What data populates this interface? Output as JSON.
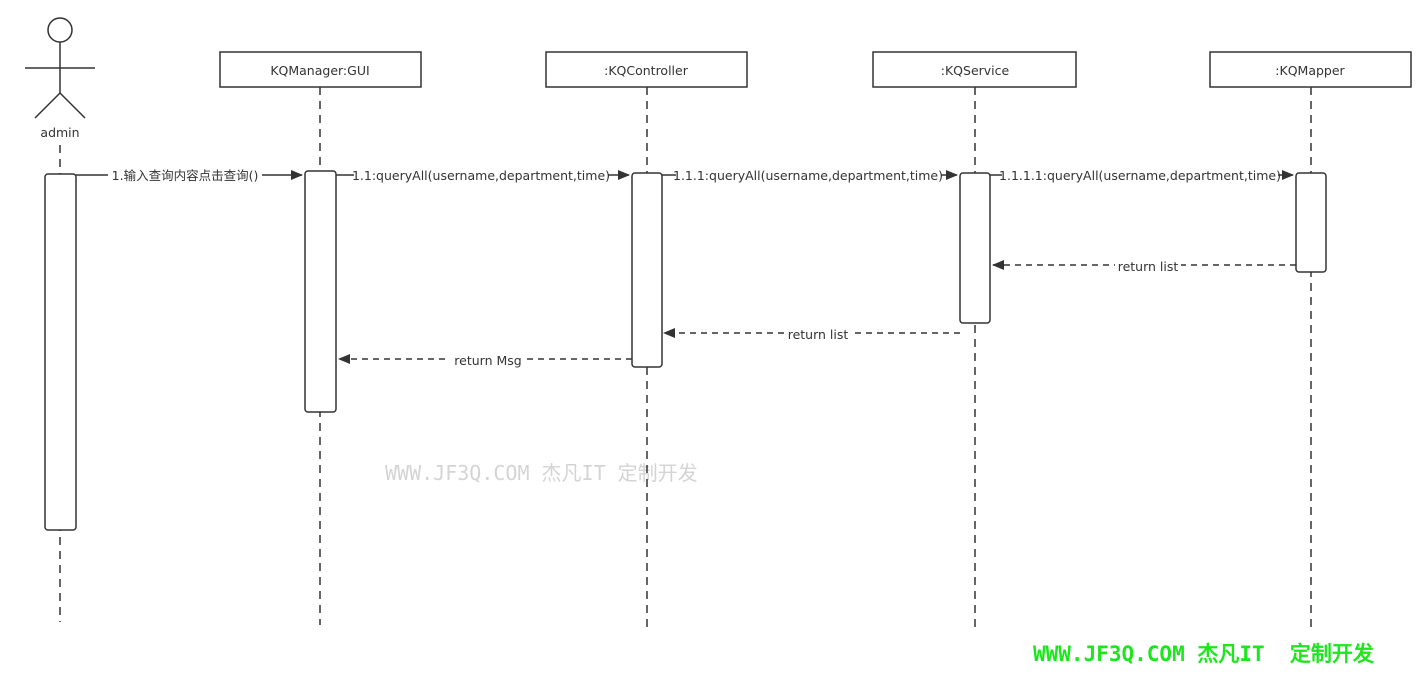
{
  "actor": {
    "label": "admin"
  },
  "participants": [
    {
      "label": "KQManager:GUI"
    },
    {
      "label": ":KQController"
    },
    {
      "label": ":KQService"
    },
    {
      "label": ":KQMapper"
    }
  ],
  "messages": [
    {
      "label": "1.输入查询内容点击查询()",
      "type": "call"
    },
    {
      "label": "1.1:queryAll(username,department,time)",
      "type": "call"
    },
    {
      "label": "1.1.1:queryAll(username,department,time)",
      "type": "call"
    },
    {
      "label": "1.1.1.1:queryAll(username,department,time)",
      "type": "call"
    },
    {
      "label": "return list",
      "type": "return"
    },
    {
      "label": "return list",
      "type": "return"
    },
    {
      "label": "return Msg",
      "type": "return"
    }
  ],
  "watermark": {
    "text": "WWW.JF3Q.COM 杰凡IT  定制开发"
  },
  "footer": {
    "text": "WWW.JF3Q.COM 杰凡IT  定制开发"
  },
  "colors": {
    "line": "#333333",
    "footer": "#1ee61e"
  }
}
